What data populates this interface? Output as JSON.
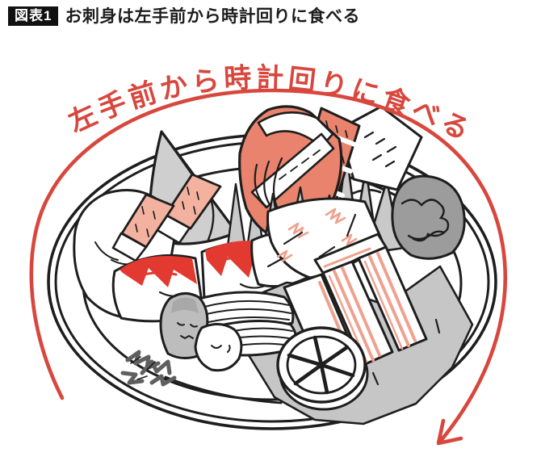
{
  "header": {
    "badge": "図表1",
    "title": "お刺身は左手前から時計回りに食べる"
  },
  "illustration": {
    "arc_label": "左手前から時計回りに食べる",
    "parts": [
      "plate",
      "clockwise-arrow",
      "salmon-sashimi",
      "seared-bonito-sashimi",
      "white-fish-sashimi",
      "squid-sashimi",
      "shiso-garnish",
      "seaweed-garnish",
      "wasabi-mound",
      "grated-radish",
      "lemon-slice",
      "cucumber-garnish",
      "daikon-garnish"
    ]
  },
  "colors": {
    "accent_red": "#D8473D",
    "bright_red": "#E23A30",
    "salmon": "#E9836D",
    "pale_salmon": "#F3B2A0",
    "pink_stripe": "#F0A18D",
    "light_gray": "#C9C9C9",
    "leaf_gray": "#C6C6C6",
    "mid_gray": "#9C9C9C",
    "wasabi_gray": "#BDBDBD",
    "dark_sprig": "#5F5F5F",
    "ink": "#1E1E1E"
  }
}
